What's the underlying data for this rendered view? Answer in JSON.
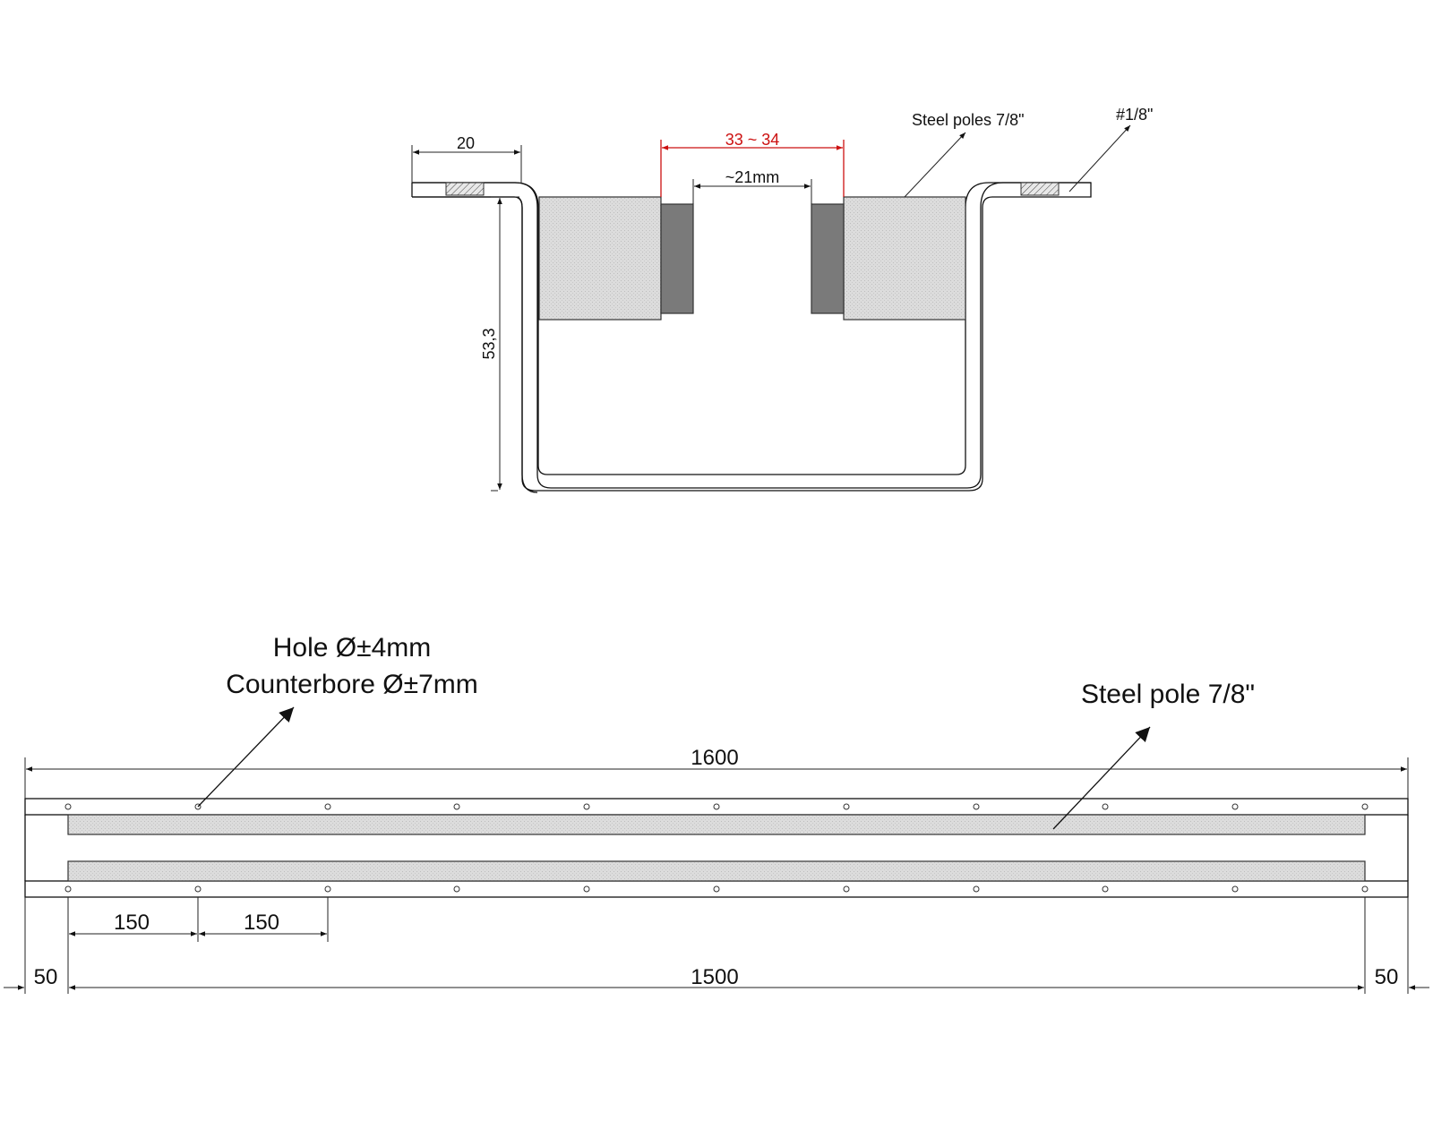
{
  "colors": {
    "line": "#111111",
    "pole_fill": "#dadada",
    "pad_fill": "#7a7a7a",
    "accent_dimension": "#cc1010"
  },
  "section_view": {
    "dim_flange_width": "20",
    "dim_gap_outer": "33 ~ 34",
    "dim_gap_inner": "~21mm",
    "dim_height": "53,3",
    "label_steel_poles": "Steel poles 7/8\"",
    "label_plate": "#1/8\""
  },
  "plan_view": {
    "label_hole": "Hole Ø±4mm",
    "label_counterbore": "Counterbore Ø±7mm",
    "label_steel_pole": "Steel pole 7/8\"",
    "dim_total_length": "1600",
    "dim_hole_pitch_1": "150",
    "dim_hole_pitch_2": "150",
    "dim_end_left": "50",
    "dim_center_length": "1500",
    "dim_end_right": "50"
  }
}
